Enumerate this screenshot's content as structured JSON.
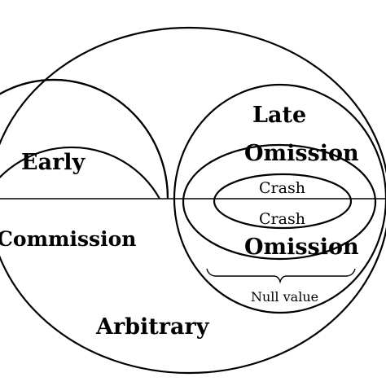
{
  "diagram": {
    "labels": {
      "early": "Early",
      "commission": "Commission",
      "arbitrary": "Arbitrary",
      "late": "Late",
      "omission_top": "Omission",
      "crash_top": "Crash",
      "crash_bottom": "Crash",
      "omission_bottom": "Omission",
      "null_value": "Null value"
    },
    "colors": {
      "stroke": "#000000",
      "background": "#ffffff"
    }
  }
}
